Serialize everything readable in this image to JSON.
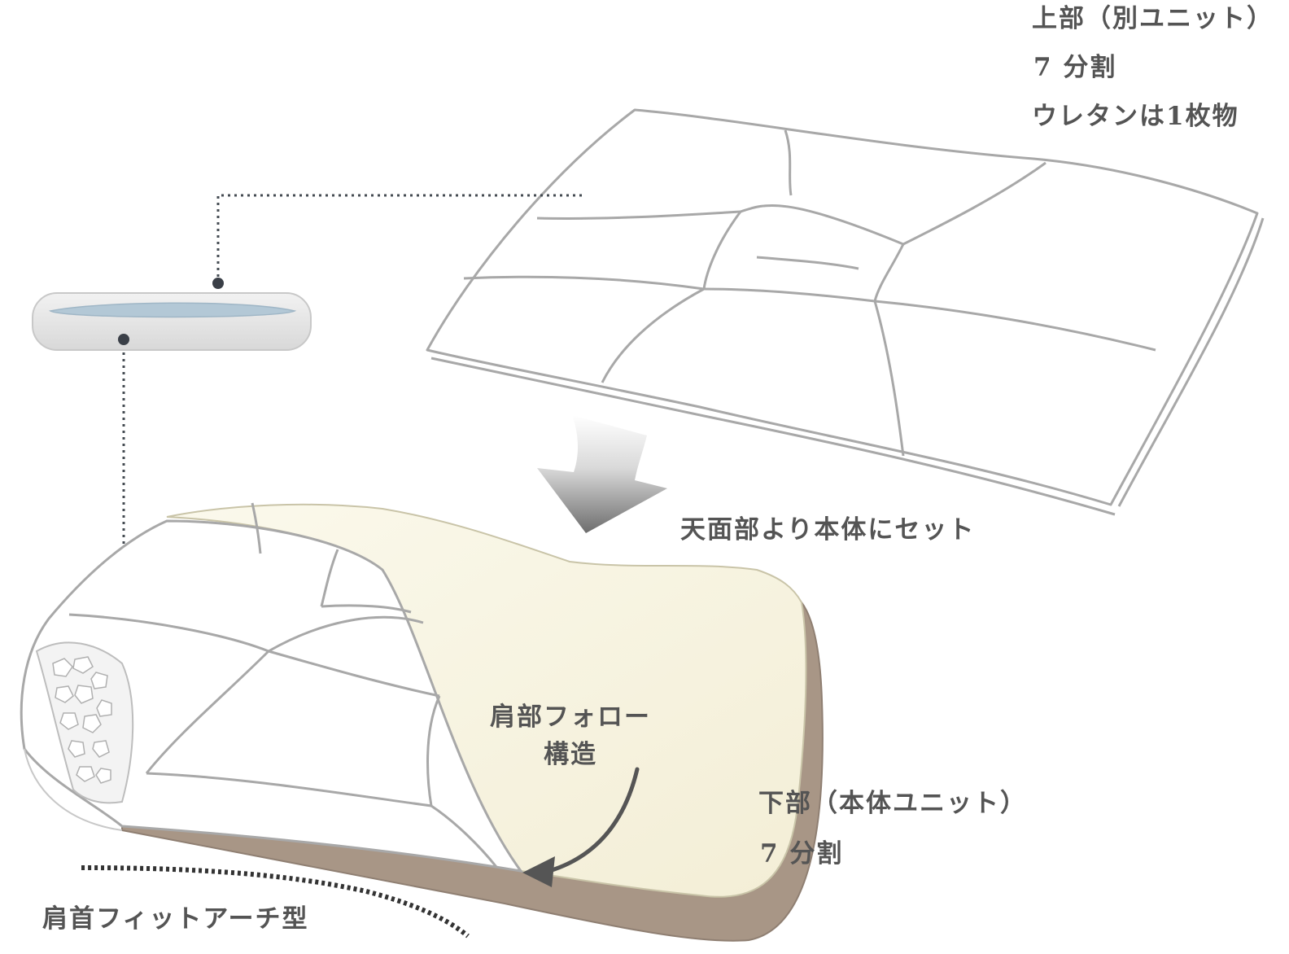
{
  "upper_unit": {
    "title": "上部（別ユニット）",
    "divisions": "7 分割",
    "urethane": "ウレタンは1枚物"
  },
  "set_instruction": "天面部より本体にセット",
  "shoulder_follow": {
    "line1": "肩部フォロー",
    "line2": "構造"
  },
  "lower_unit": {
    "title": "下部（本体ユニット）",
    "divisions": "7 分割"
  },
  "arch_label": "肩首フィットアーチ型",
  "colors": {
    "outline": "#a8a8a8",
    "cream": "#f8f5e3",
    "brown_base": "#a89686",
    "urethane_blue": "#b3c8d6",
    "dot_marker": "#3a3f47",
    "text": "#545454"
  }
}
